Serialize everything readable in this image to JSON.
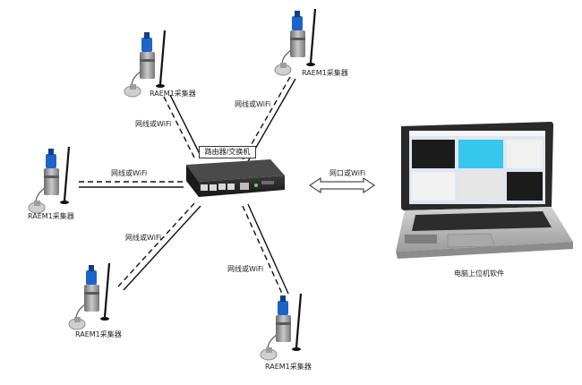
{
  "router": {
    "label": "路由器/交换机"
  },
  "connection_label": "网线或WiFi",
  "pc_link_label": "网口或WiFi",
  "collector_label": "RAEM1采集器",
  "pc": {
    "label": "电脑上位机软件"
  },
  "colors": {
    "sensor_blue": "#1e63c8",
    "sensor_body": "#8f8f8f",
    "router_body": "#2b2b2b",
    "laptop_body": "#b7b7b7",
    "screen_dark": "#1b1b1b",
    "accent_cyan": "#35c7ee"
  }
}
